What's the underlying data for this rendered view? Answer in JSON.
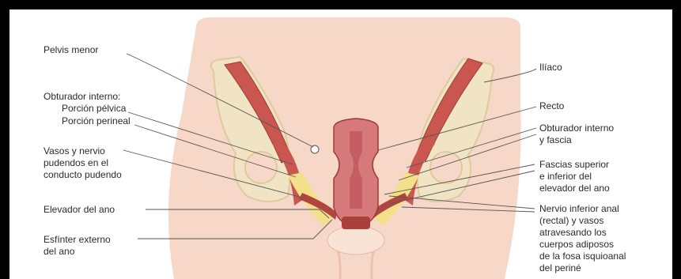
{
  "labels": {
    "pelvis_menor": "Pelvis menor",
    "obturador_interno": "Obturador interno:",
    "porcion_pelvica": "Porción pélvica",
    "porcion_perineal": "Porción perineal",
    "vasos_nervio": "Vasos y nervio\npudendos en el\nconducto pudendo",
    "elevador_ano": "Elevador del ano",
    "esfinter": "Esfínter externo\ndel ano",
    "iliaco": "Ilíaco",
    "recto": "Recto",
    "obturador_fascia": "Obturador interno\ny fascia",
    "fascias": "Fascias superior\ne inferior del\nelevador del ano",
    "nervio": "Nervio inferior anal\n(rectal) y vasos\natravesando los\ncuerpos adiposos\nde la fosa isquioanal\ndel periné"
  },
  "colors": {
    "skin": "#f7d7c8",
    "skin_shadow": "#ecbfae",
    "bone": "#f1e4c4",
    "bone_shadow": "#ddcb9c",
    "muscle": "#c9574f",
    "muscle_dark": "#9e3b36",
    "fat": "#f4e08a",
    "rectum": "#d6797a",
    "rectum_inner": "#b84d55",
    "leader": "#555555"
  }
}
